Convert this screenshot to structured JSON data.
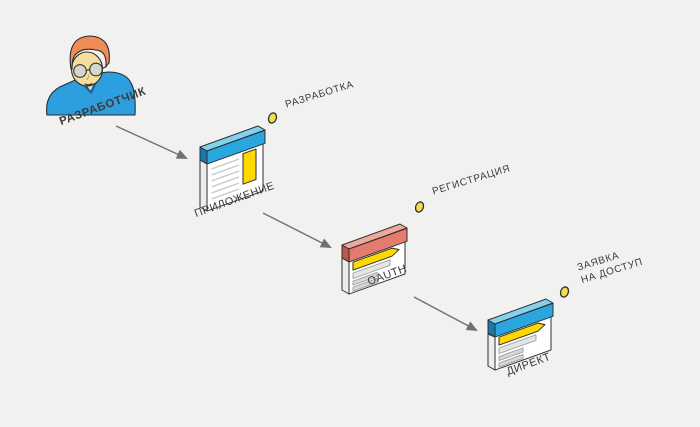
{
  "palette": {
    "background": "#f1f1ef",
    "outline": "#2e2e2e",
    "text": "#3b3b3b",
    "arrow": "#707070",
    "yellow": "#ffd800",
    "dot_yellow": "#f2df4e",
    "white": "#ffffff",
    "side_white": "#ededeb",
    "gray_line": "#c7c7c7",
    "bar_light": "#e4e4e2",
    "bar_mid": "#d7d7d5",
    "bar_stroke": "#9c9c9c",
    "skin": "#f4dfa0",
    "hair": "#f08c55",
    "shirt": "#2d9fdf",
    "collar": "#156099"
  },
  "actor": {
    "label": "РАЗРАБОТЧИК"
  },
  "nodes": [
    {
      "id": "app",
      "label": "ПРИЛОЖЕНИЕ",
      "colors": {
        "front": "#2aa7df",
        "side": "#1779b2",
        "top": "#82d1ee"
      }
    },
    {
      "id": "oauth",
      "label": "OAUTH",
      "colors": {
        "front": "#e57a6e",
        "side": "#bd574f",
        "top": "#f0a79c"
      }
    },
    {
      "id": "direct",
      "label": "ДИРЕКТ",
      "colors": {
        "front": "#2aa7df",
        "side": "#1779b2",
        "top": "#82d1ee"
      }
    }
  ],
  "events": [
    {
      "label_lines": [
        "РАЗРАБОТКА"
      ]
    },
    {
      "label_lines": [
        "РЕГИСТРАЦИЯ"
      ]
    },
    {
      "label_lines": [
        "ЗАЯВКА",
        "НА ДОСТУП"
      ]
    }
  ],
  "edges": [
    {
      "from": "developer",
      "to": "app"
    },
    {
      "from": "app",
      "to": "oauth"
    },
    {
      "from": "oauth",
      "to": "direct"
    }
  ]
}
